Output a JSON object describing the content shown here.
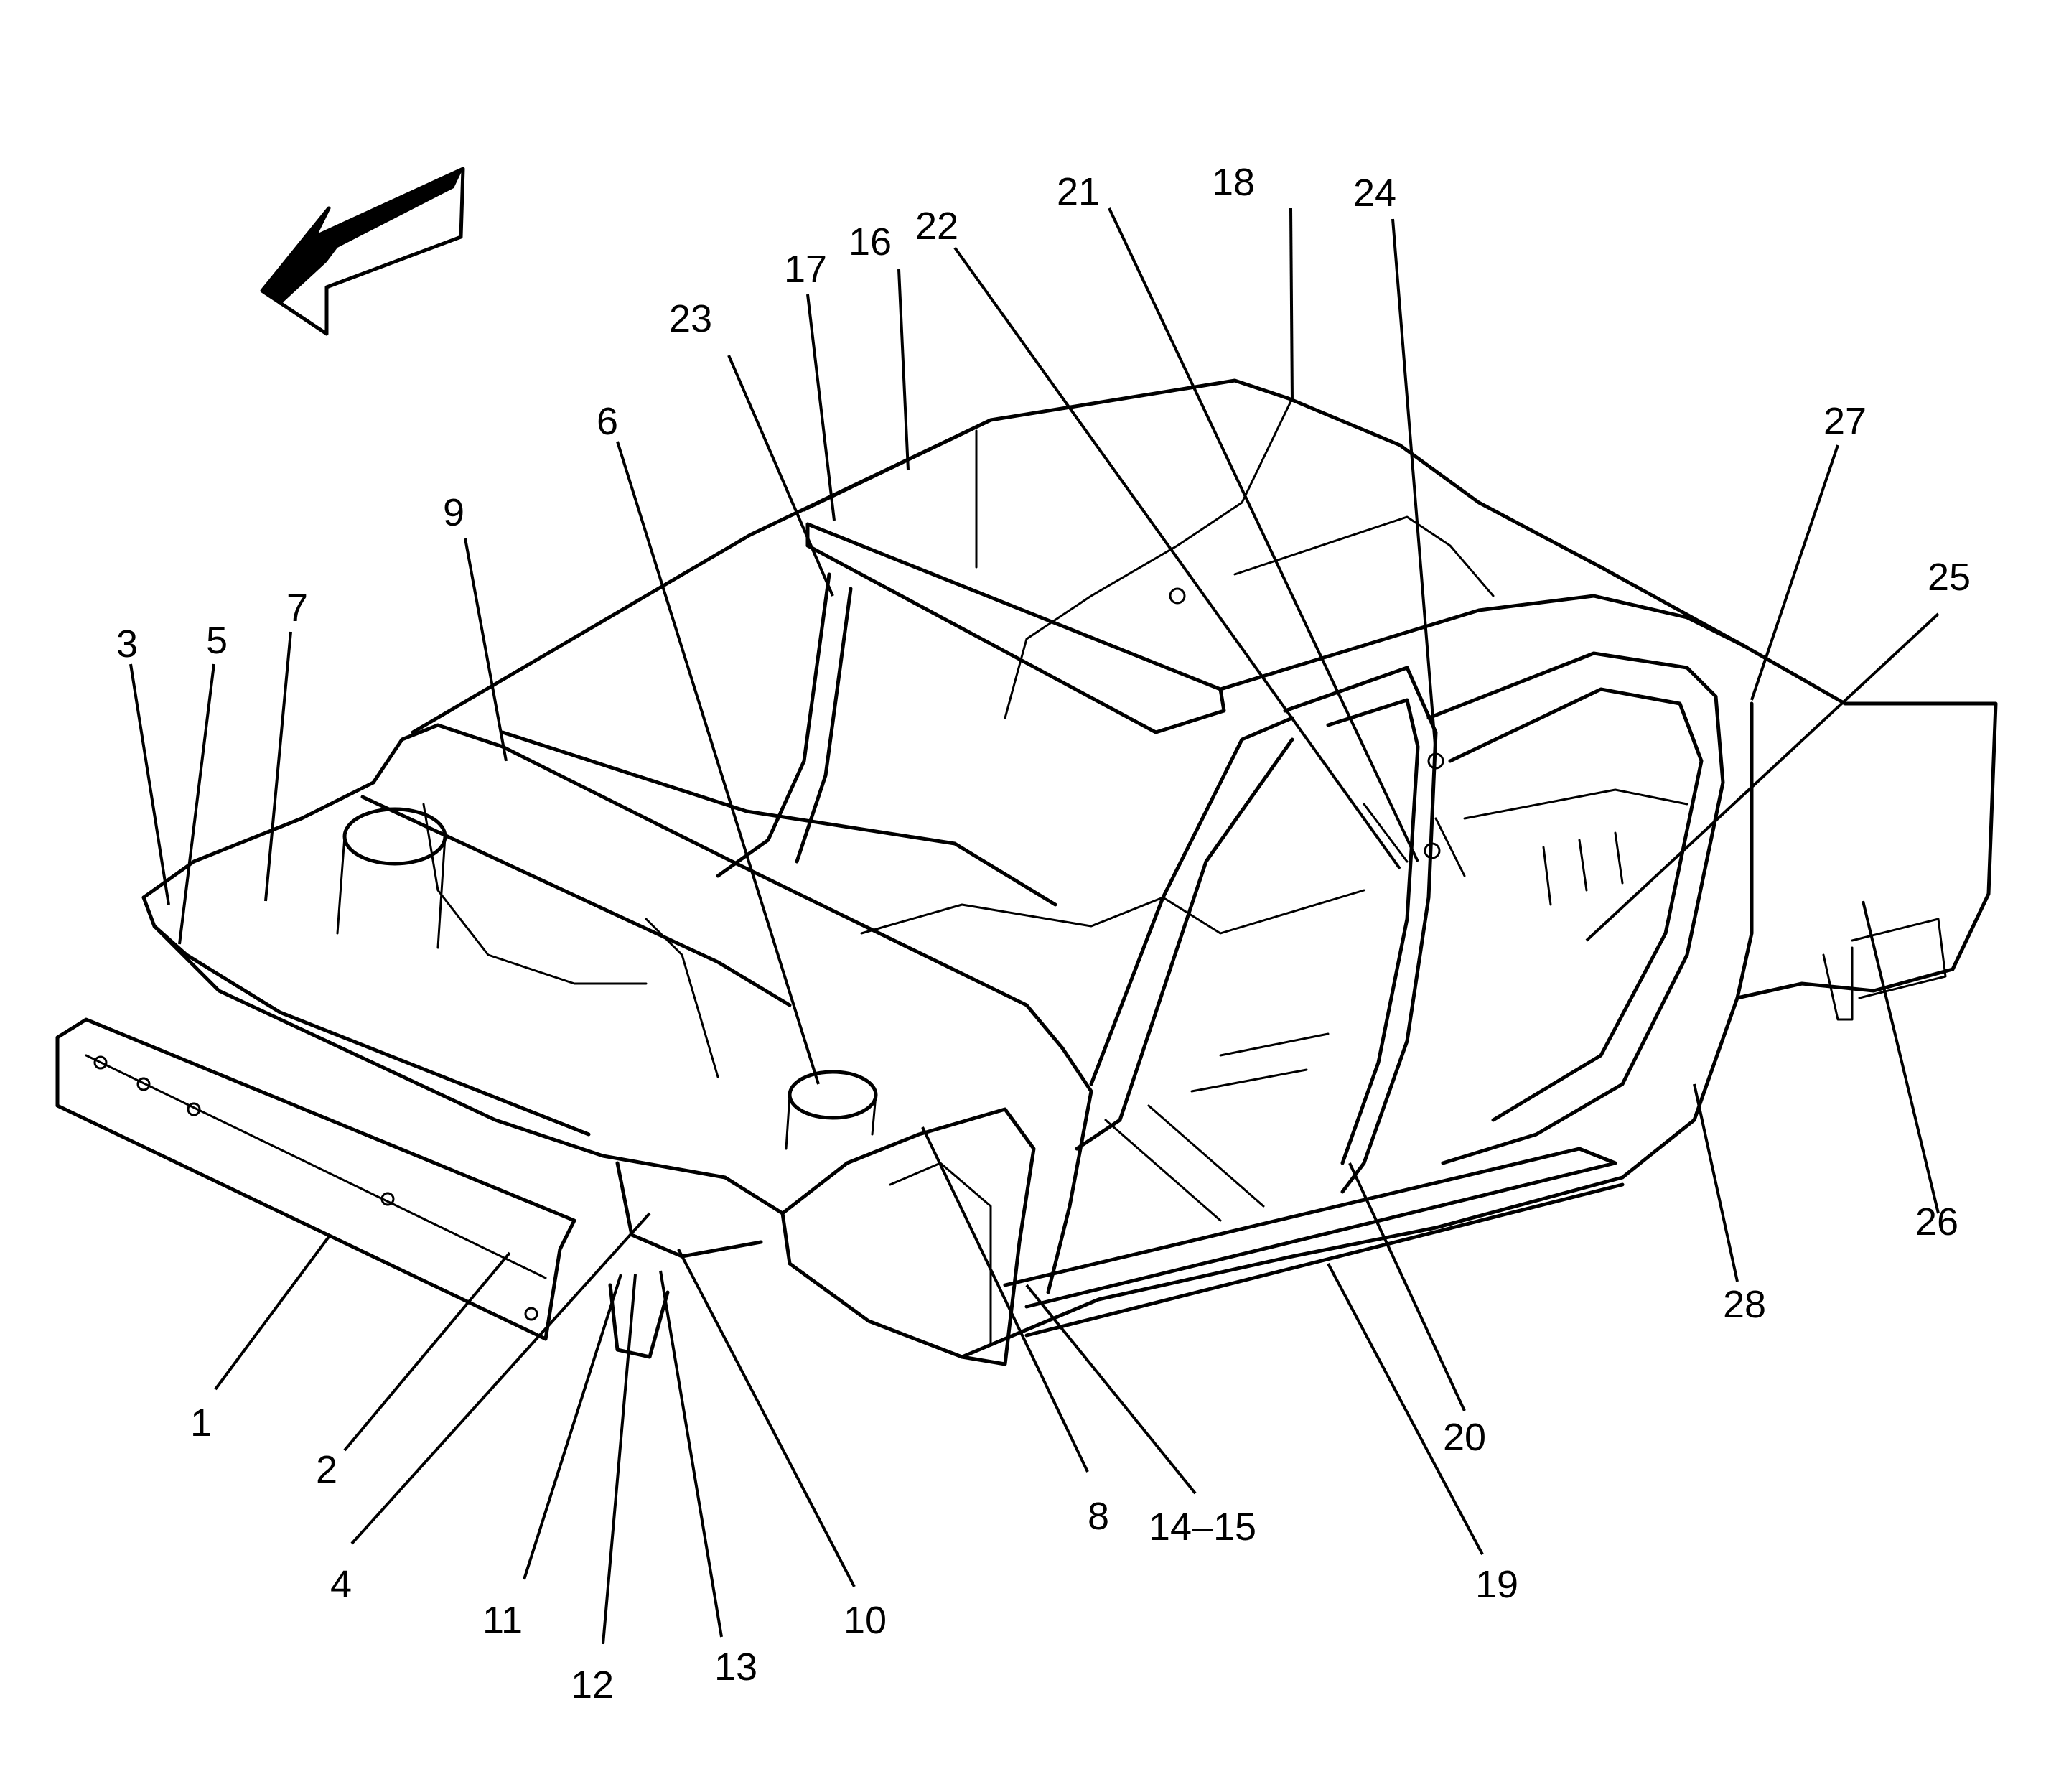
{
  "callouts": [
    {
      "id": "c1",
      "label": "1"
    },
    {
      "id": "c2",
      "label": "2"
    },
    {
      "id": "c3",
      "label": "3"
    },
    {
      "id": "c4",
      "label": "4"
    },
    {
      "id": "c5",
      "label": "5"
    },
    {
      "id": "c6",
      "label": "6"
    },
    {
      "id": "c7",
      "label": "7"
    },
    {
      "id": "c8",
      "label": "8"
    },
    {
      "id": "c9",
      "label": "9"
    },
    {
      "id": "c10",
      "label": "10"
    },
    {
      "id": "c11",
      "label": "11"
    },
    {
      "id": "c12",
      "label": "12"
    },
    {
      "id": "c13",
      "label": "13"
    },
    {
      "id": "c14",
      "label": "14–15"
    },
    {
      "id": "c16",
      "label": "16"
    },
    {
      "id": "c17",
      "label": "17"
    },
    {
      "id": "c18",
      "label": "18"
    },
    {
      "id": "c19",
      "label": "19"
    },
    {
      "id": "c20",
      "label": "20"
    },
    {
      "id": "c21",
      "label": "21"
    },
    {
      "id": "c22",
      "label": "22"
    },
    {
      "id": "c23",
      "label": "23"
    },
    {
      "id": "c24",
      "label": "24"
    },
    {
      "id": "c25",
      "label": "25"
    },
    {
      "id": "c26",
      "label": "26"
    },
    {
      "id": "c27",
      "label": "27"
    },
    {
      "id": "c28",
      "label": "28"
    }
  ],
  "icons": {
    "orientation": "front-direction-arrow-icon"
  }
}
